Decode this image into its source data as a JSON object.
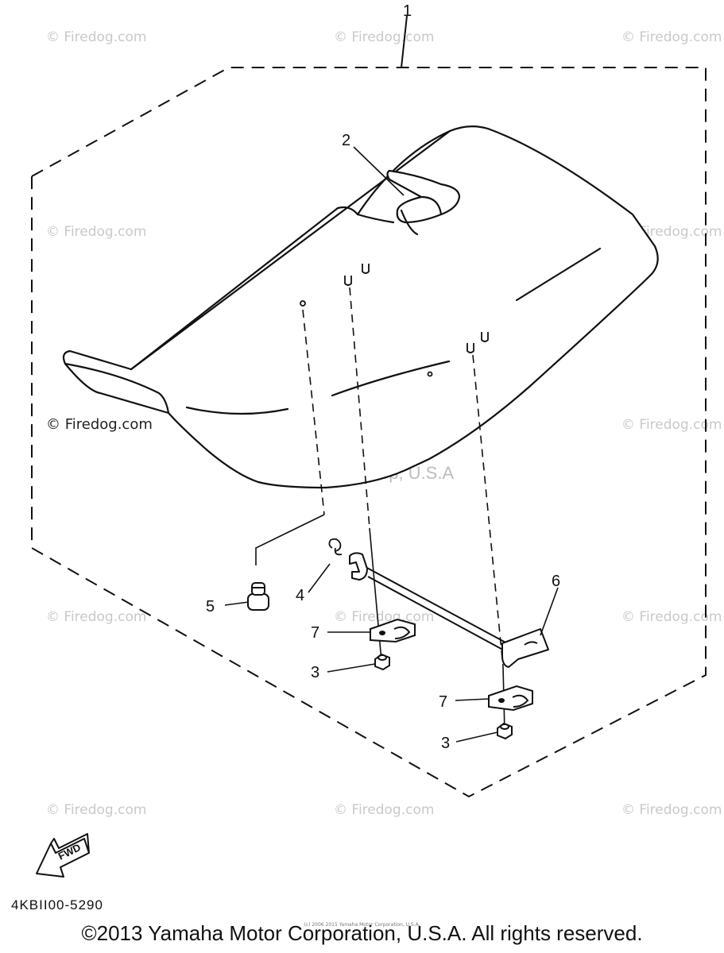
{
  "watermarks": {
    "firedog": "© Firedog.com",
    "center": "Yamaha Motor Corp, U.S.A"
  },
  "labels": {
    "p1": "1",
    "p2": "2",
    "p3a": "3",
    "p3b": "3",
    "p4": "4",
    "p5": "5",
    "p6": "6",
    "p7a": "7",
    "p7b": "7"
  },
  "fwd_label": "FWD",
  "diagram_code": "4KBII00-5290",
  "copyright": "©2013 Yamaha Motor Corporation, U.S.A. All rights reserved.",
  "small_copyright": "(c) 2006 2015 Yamaha Motor Corporation, U.S.A."
}
